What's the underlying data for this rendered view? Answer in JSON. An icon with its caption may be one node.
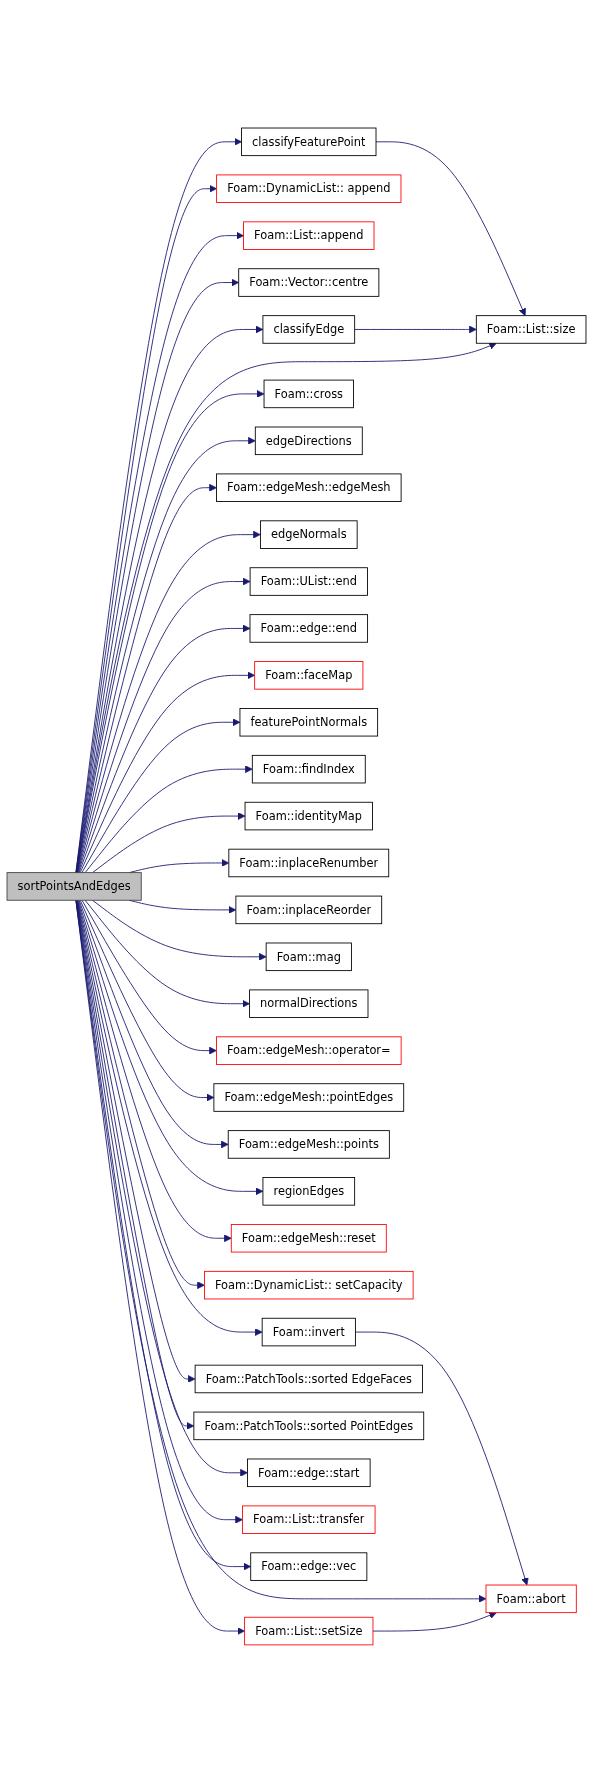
{
  "diagram": {
    "nodes": [
      {
        "text": [
          "sortPointsAndEdges"
        ]
      },
      {
        "text": [
          "classifyFeaturePoint"
        ]
      },
      {
        "text": [
          "Foam::DynamicList:: append"
        ]
      },
      {
        "text": [
          "Foam::List::append"
        ]
      },
      {
        "text": [
          "Foam::Vector::centre"
        ]
      },
      {
        "text": [
          "classifyEdge"
        ]
      },
      {
        "text": [
          "Foam::List::size"
        ]
      },
      {
        "text": [
          "Foam::invert"
        ]
      },
      {
        "text": [
          "Foam::cross"
        ]
      },
      {
        "text": [
          "edgeDirections"
        ]
      },
      {
        "text": [
          "Foam::edgeMesh::edgeMesh"
        ]
      },
      {
        "text": [
          "edgeNormals"
        ]
      },
      {
        "text": [
          "Foam::UList::end"
        ]
      },
      {
        "text": [
          "Foam::edge::end"
        ]
      },
      {
        "text": [
          "Foam::faceMap"
        ]
      },
      {
        "text": [
          "featurePointNormals"
        ]
      },
      {
        "text": [
          "Foam::findIndex"
        ]
      },
      {
        "text": [
          "Foam::identityMap"
        ]
      },
      {
        "text": [
          "Foam::inplaceRenumber"
        ]
      },
      {
        "text": [
          "Foam::inplaceReorder"
        ]
      },
      {
        "text": [
          "Foam::abort"
        ]
      },
      {
        "text": [
          "Foam::mag"
        ]
      },
      {
        "text": [
          "normalDirections"
        ]
      },
      {
        "text": [
          "Foam::edgeMesh::operator="
        ]
      },
      {
        "text": [
          "Foam::edgeMesh::pointEdges"
        ]
      },
      {
        "text": [
          "Foam::edgeMesh::points"
        ]
      },
      {
        "text": [
          "regionEdges"
        ]
      },
      {
        "text": [
          "Foam::edgeMesh::reset"
        ]
      },
      {
        "text": [
          "Foam::DynamicList:: setCapacity"
        ]
      },
      {
        "text": [
          "Foam::List::setSize"
        ]
      },
      {
        "text": [
          "Foam::PatchTools::sorted EdgeFaces"
        ]
      },
      {
        "text": [
          "Foam::PatchTools::sorted PointEdges"
        ]
      },
      {
        "text": [
          "Foam::edge::start"
        ]
      },
      {
        "text": [
          "Foam::List::transfer"
        ]
      },
      {
        "text": [
          "Foam::edge::vec"
        ]
      }
    ],
    "edges": [
      {
        "from": 0,
        "to": 1,
        "arrow": "to"
      },
      {
        "from": 1,
        "to": 6,
        "arrow": "to"
      },
      {
        "from": 0,
        "to": 2,
        "arrow": "to"
      },
      {
        "from": 0,
        "to": 3,
        "arrow": "to"
      },
      {
        "from": 0,
        "to": 4,
        "arrow": "to"
      },
      {
        "from": 0,
        "to": 5,
        "arrow": "to"
      },
      {
        "from": 5,
        "to": 6,
        "arrow": "to"
      },
      {
        "from": 0,
        "to": 6,
        "arrow": "to"
      },
      {
        "from": 0,
        "to": 7,
        "arrow": "to"
      },
      {
        "from": 7,
        "to": 20,
        "arrow": "to"
      },
      {
        "from": 0,
        "to": 8,
        "arrow": "to"
      },
      {
        "from": 0,
        "to": 9,
        "arrow": "to"
      },
      {
        "from": 0,
        "to": 10,
        "arrow": "to"
      },
      {
        "from": 0,
        "to": 11,
        "arrow": "to"
      },
      {
        "from": 0,
        "to": 12,
        "arrow": "to"
      },
      {
        "from": 0,
        "to": 13,
        "arrow": "to"
      },
      {
        "from": 0,
        "to": 14,
        "arrow": "to"
      },
      {
        "from": 0,
        "to": 15,
        "arrow": "to"
      },
      {
        "from": 0,
        "to": 16,
        "arrow": "to"
      },
      {
        "from": 0,
        "to": 17,
        "arrow": "to"
      },
      {
        "from": 0,
        "to": 18,
        "arrow": "to"
      },
      {
        "from": 0,
        "to": 19,
        "arrow": "to"
      },
      {
        "from": 0,
        "to": 20,
        "arrow": "to"
      },
      {
        "from": 0,
        "to": 21,
        "arrow": "to"
      },
      {
        "from": 0,
        "to": 22,
        "arrow": "to"
      },
      {
        "from": 0,
        "to": 23,
        "arrow": "to"
      },
      {
        "from": 0,
        "to": 24,
        "arrow": "to"
      },
      {
        "from": 0,
        "to": 25,
        "arrow": "to"
      },
      {
        "from": 0,
        "to": 26,
        "arrow": "to"
      },
      {
        "from": 0,
        "to": 27,
        "arrow": "to"
      },
      {
        "from": 0,
        "to": 28,
        "arrow": "to"
      },
      {
        "from": 0,
        "to": 29,
        "arrow": "to"
      },
      {
        "from": 29,
        "to": 20,
        "arrow": "to"
      },
      {
        "from": 0,
        "to": 30,
        "arrow": "to"
      },
      {
        "from": 0,
        "to": 31,
        "arrow": "to"
      },
      {
        "from": 0,
        "to": 32,
        "arrow": "to"
      },
      {
        "from": 0,
        "to": 33,
        "arrow": "to"
      },
      {
        "from": 0,
        "to": 34,
        "arrow": "to"
      }
    ]
  }
}
